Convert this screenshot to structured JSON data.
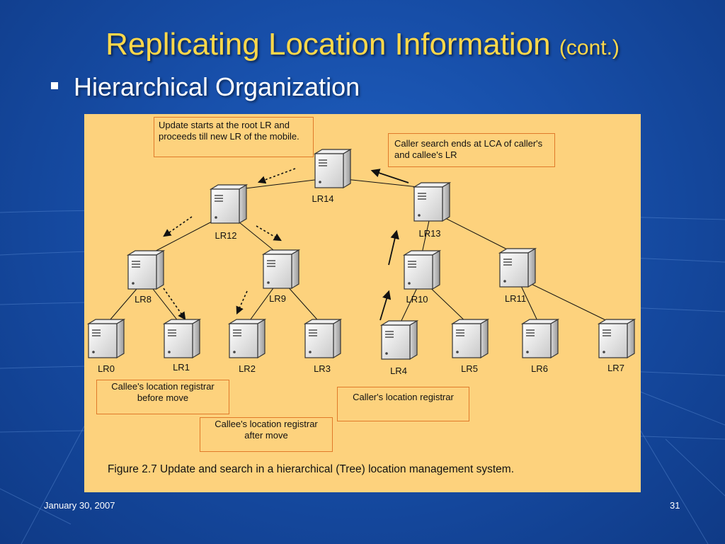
{
  "slide": {
    "title": "Replicating Location Information",
    "title_suffix": "(cont.)",
    "bullet": "Hierarchical Organization",
    "footer_date": "January 30, 2007",
    "page_number": "31"
  },
  "colors": {
    "title": "#ffd84a",
    "background": "#174ea8",
    "panel": "#fdd27d",
    "callout_border": "#e07a2a"
  },
  "figure": {
    "icon": "server-icon",
    "nodes": [
      {
        "id": "LR14",
        "label": "LR14"
      },
      {
        "id": "LR12",
        "label": "LR12"
      },
      {
        "id": "LR13",
        "label": "LR13"
      },
      {
        "id": "LR8",
        "label": "LR8"
      },
      {
        "id": "LR9",
        "label": "LR9"
      },
      {
        "id": "LR10",
        "label": "LR10"
      },
      {
        "id": "LR11",
        "label": "LR11"
      },
      {
        "id": "LR0",
        "label": "LR0"
      },
      {
        "id": "LR1",
        "label": "LR1"
      },
      {
        "id": "LR2",
        "label": "LR2"
      },
      {
        "id": "LR3",
        "label": "LR3"
      },
      {
        "id": "LR4",
        "label": "LR4"
      },
      {
        "id": "LR5",
        "label": "LR5"
      },
      {
        "id": "LR6",
        "label": "LR6"
      },
      {
        "id": "LR7",
        "label": "LR7"
      }
    ],
    "edges": [
      [
        "LR14",
        "LR12"
      ],
      [
        "LR14",
        "LR13"
      ],
      [
        "LR12",
        "LR8"
      ],
      [
        "LR12",
        "LR9"
      ],
      [
        "LR13",
        "LR10"
      ],
      [
        "LR13",
        "LR11"
      ],
      [
        "LR8",
        "LR0"
      ],
      [
        "LR8",
        "LR1"
      ],
      [
        "LR9",
        "LR2"
      ],
      [
        "LR9",
        "LR3"
      ],
      [
        "LR10",
        "LR4"
      ],
      [
        "LR10",
        "LR5"
      ],
      [
        "LR11",
        "LR6"
      ],
      [
        "LR11",
        "LR7"
      ]
    ],
    "callouts": {
      "update_starts": "Update starts at the root LR and proceeds till new LR of the mobile.",
      "caller_search": "Caller search ends at LCA of caller's and callee's LR",
      "callee_before": "Callee's location registrar before move",
      "callee_after": "Callee's location registrar after move",
      "caller_registrar": "Caller's location registrar"
    },
    "caption": "Figure 2.7 Update and search in a hierarchical (Tree) location management system."
  }
}
